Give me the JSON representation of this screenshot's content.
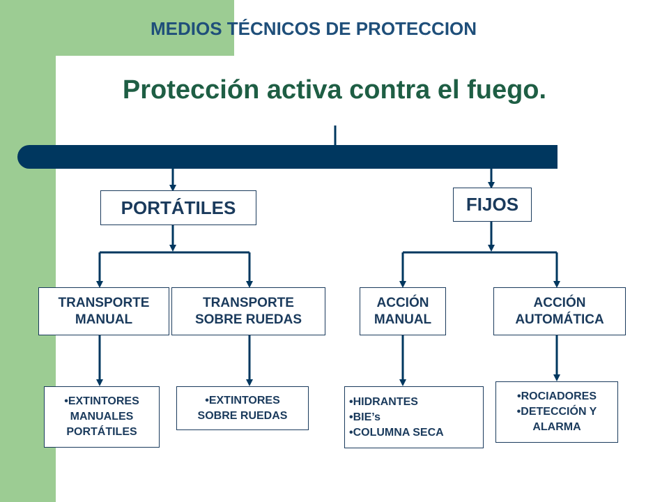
{
  "header": "MEDIOS TÉCNICOS DE PROTECCION",
  "title": "Protección activa contra el fuego.",
  "colors": {
    "strip": "#9ccc93",
    "bar": "#00375f",
    "box_text": "#1a3a5c",
    "title": "#1e5e44",
    "header": "#1f4f7a"
  },
  "level1": {
    "portatiles": "PORTÁTILES",
    "fijos": "FIJOS"
  },
  "level2": {
    "transporte_manual": [
      "TRANSPORTE",
      "MANUAL"
    ],
    "transporte_ruedas": [
      "TRANSPORTE",
      "SOBRE RUEDAS"
    ],
    "accion_manual": [
      "ACCIÓN",
      "MANUAL"
    ],
    "accion_automatica": [
      "ACCIÓN",
      "AUTOMÁTICA"
    ]
  },
  "level3": {
    "extintores_manuales": [
      "•EXTINTORES",
      "MANUALES",
      "PORTÁTILES"
    ],
    "extintores_ruedas": [
      "•EXTINTORES",
      "SOBRE RUEDAS"
    ],
    "hidrantes": [
      "•HIDRANTES",
      "•BIE’s",
      "•COLUMNA SECA"
    ],
    "rociadores": [
      "•ROCIADORES",
      "•DETECCIÓN Y",
      "ALARMA"
    ]
  }
}
